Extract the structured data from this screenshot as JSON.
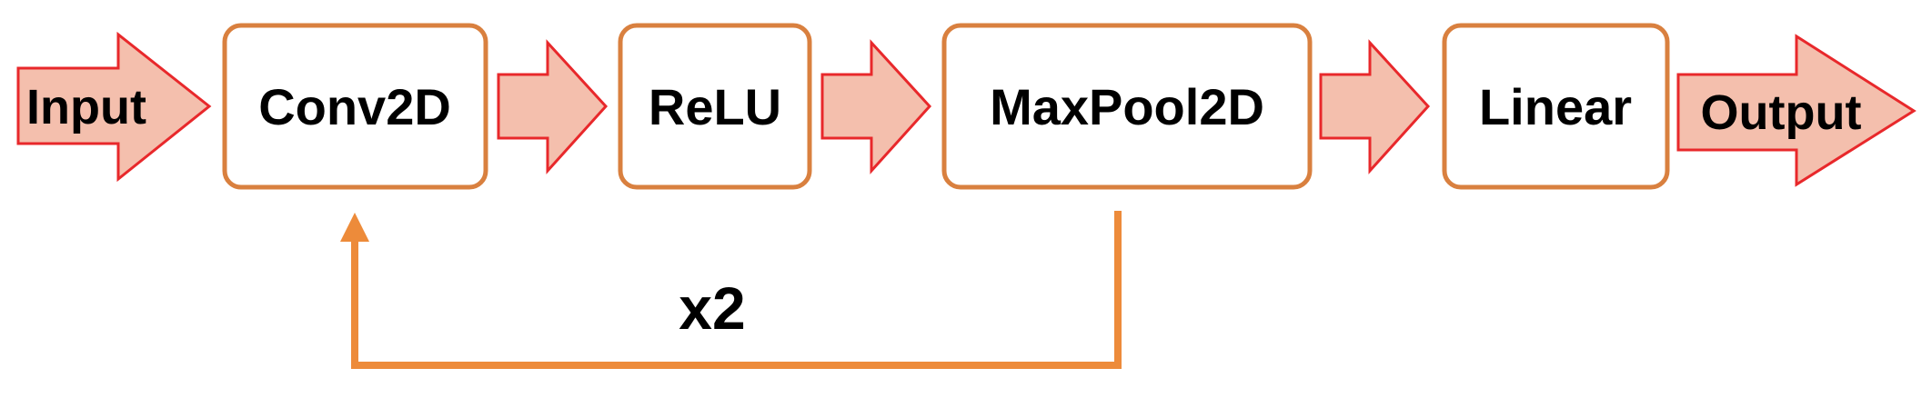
{
  "diagram": {
    "input_label": "Input",
    "output_label": "Output",
    "blocks": [
      "Conv2D",
      "ReLU",
      "MaxPool2D",
      "Linear"
    ],
    "loop_label": "x2"
  },
  "colors": {
    "block_border": "#D9803F",
    "arrow_fill": "#F4BFAD",
    "arrow_stroke": "#E8282B",
    "loop_line": "#ED8B3A",
    "text": "#000000"
  }
}
